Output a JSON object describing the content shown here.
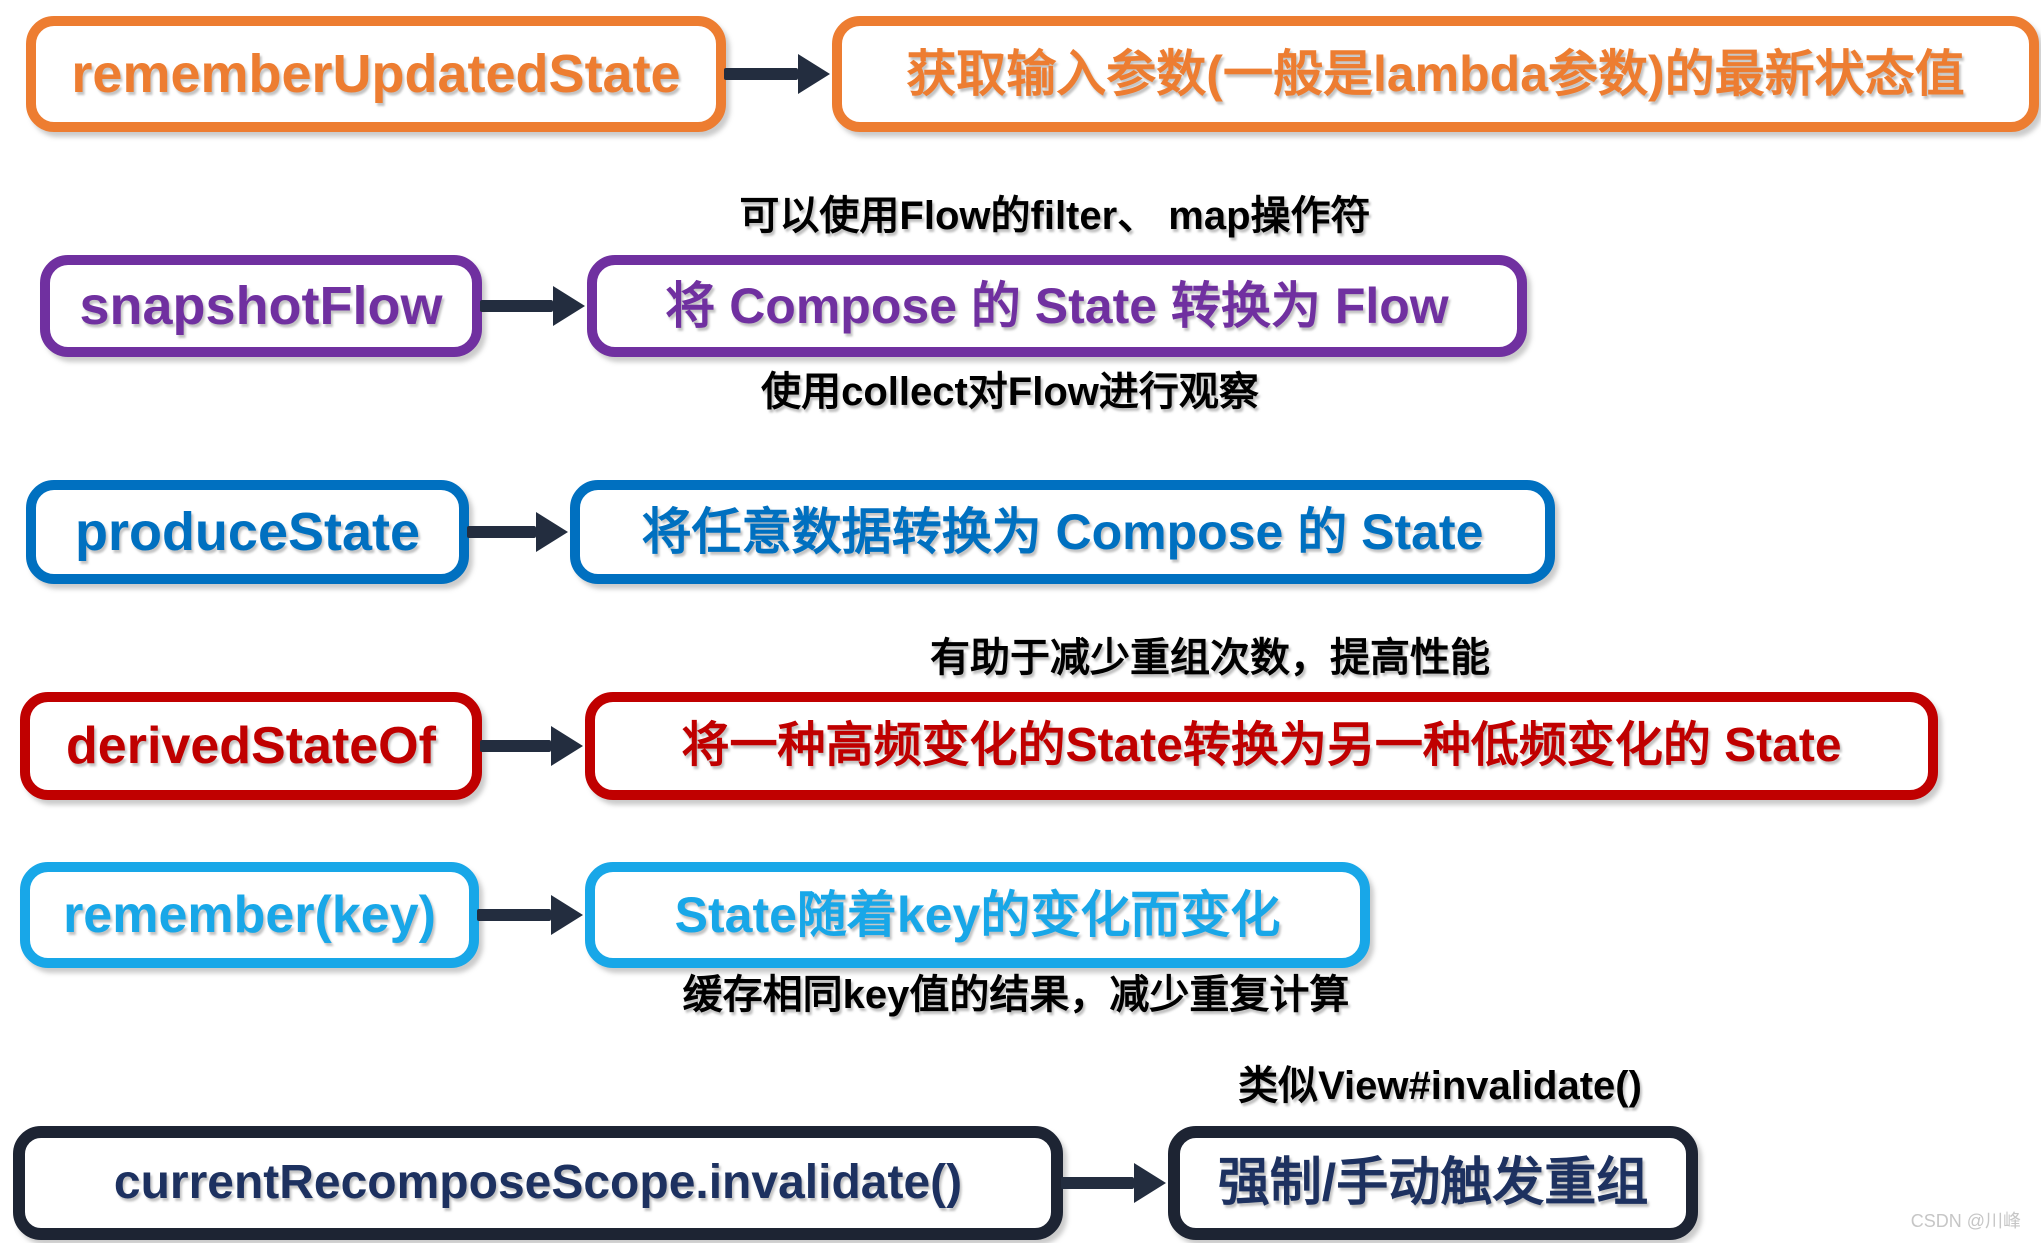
{
  "page": {
    "background": "#FFFFFF",
    "arrow_color": "#232D3F",
    "note_color": "#000000",
    "watermark": "CSDN @川峰"
  },
  "rows": [
    {
      "api": "rememberUpdatedState",
      "description": "获取输入参数(一般是lambda参数)的最新状态值",
      "box_color": "#ED7D31",
      "text_color": "#ED7D31"
    },
    {
      "api": "snapshotFlow",
      "description": "将 Compose 的 State 转换为 Flow",
      "box_color": "#7030A0",
      "text_color": "#7030A0",
      "note_above": "可以使用Flow的filter、 map操作符",
      "note_below": "使用collect对Flow进行观察"
    },
    {
      "api": "produceState",
      "description": "将任意数据转换为 Compose 的 State",
      "box_color": "#0070C0",
      "text_color": "#0070C0"
    },
    {
      "api": "derivedStateOf",
      "description": "将一种高频变化的State转换为另一种低频变化的 State",
      "box_color": "#C00000",
      "text_color": "#C00000",
      "note_above": "有助于减少重组次数，提高性能"
    },
    {
      "api": "remember(key)",
      "description": "State随着key的变化而变化",
      "box_color": "#18A7E8",
      "text_color": "#18A7E8",
      "note_below": "缓存相同key值的结果，减少重复计算"
    },
    {
      "api": "currentRecomposeScope.invalidate()",
      "description": "强制/手动触发重组",
      "box_color": "#1D2433",
      "text_color": "#1D3160",
      "note_above": "类似View#invalidate()"
    }
  ]
}
